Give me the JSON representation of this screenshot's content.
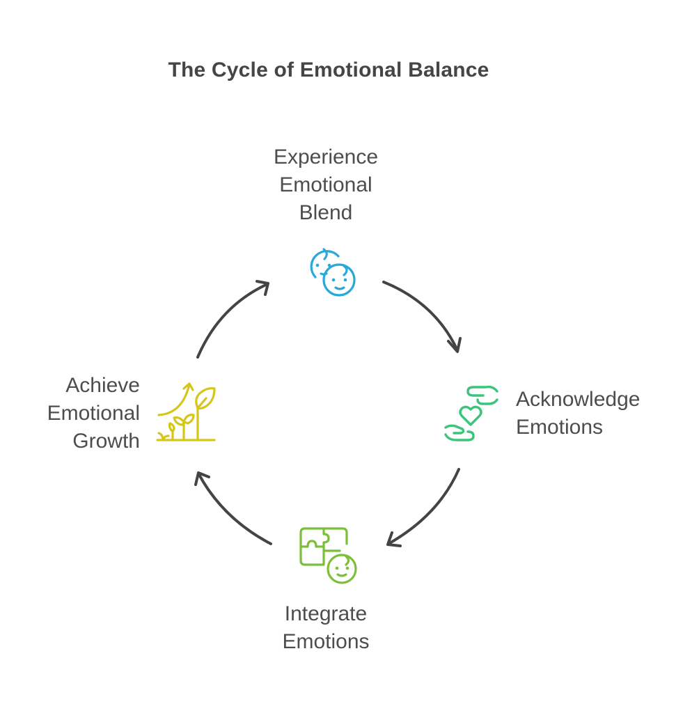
{
  "title": "The Cycle of Emotional Balance",
  "colors": {
    "text": "#4d4d4d",
    "arrow": "#444444",
    "experience": "#29a9d9",
    "acknowledge": "#3cc47c",
    "integrate": "#7cbf3a",
    "growth": "#d6c61a"
  },
  "steps": [
    {
      "id": "experience",
      "lines": [
        "Experience",
        "Emotional",
        "Blend"
      ],
      "icon": "two-baby-faces-icon"
    },
    {
      "id": "acknowledge",
      "lines": [
        "Acknowledge",
        "Emotions"
      ],
      "icon": "hands-heart-icon"
    },
    {
      "id": "integrate",
      "lines": [
        "Integrate",
        "Emotions"
      ],
      "icon": "puzzle-face-icon"
    },
    {
      "id": "growth",
      "lines": [
        "Achieve",
        "Emotional",
        "Growth"
      ],
      "icon": "growing-plants-icon"
    }
  ],
  "flow": [
    "experience",
    "acknowledge",
    "integrate",
    "growth",
    "experience"
  ]
}
